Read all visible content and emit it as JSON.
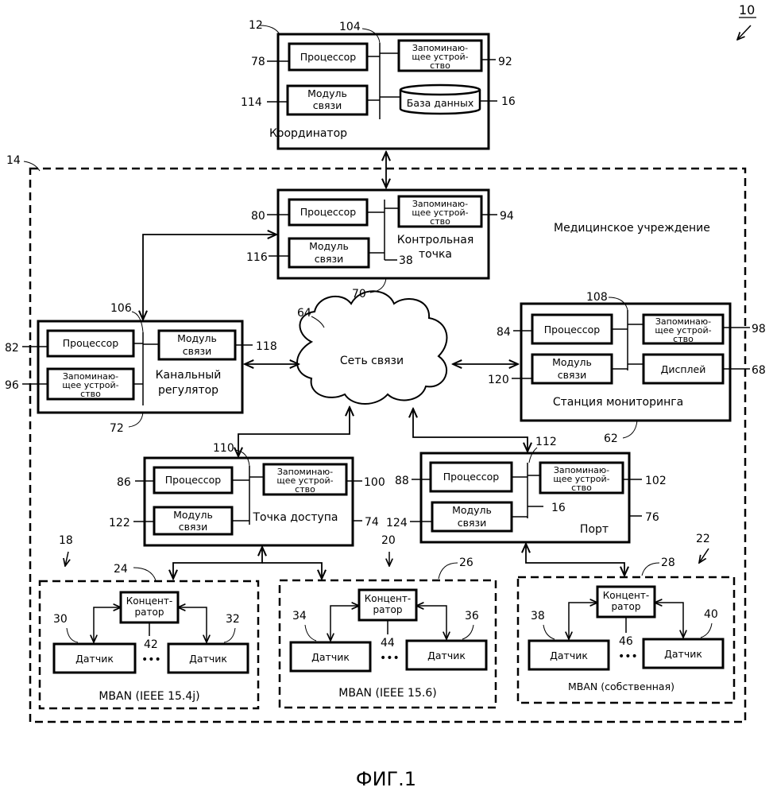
{
  "figure_ref": "10",
  "caption": "ФИГ.1",
  "facility_label": "Медицинское учреждение",
  "coordinator": {
    "ref": "12",
    "title": "Координатор",
    "processor": "Процессор",
    "processor_ref": "78",
    "memory_line1": "Запоминаю-",
    "memory_line2": "щее устрой-",
    "memory_line3": "ство",
    "memory_ref": "92",
    "comm_line1": "Модуль",
    "comm_line2": "связи",
    "comm_ref": "114",
    "database": "База данных",
    "database_ref": "16",
    "bus_ref": "104"
  },
  "facility_ref": "14",
  "checkpoint": {
    "ref": "70",
    "title_line1": "Контрольная",
    "title_line2": "точка",
    "title_ref": "38",
    "processor": "Процессор",
    "processor_ref": "80",
    "memory_line1": "Запоминаю-",
    "memory_line2": "щее устрой-",
    "memory_line3": "ство",
    "memory_ref": "94",
    "comm_line1": "Модуль",
    "comm_line2": "связи",
    "comm_ref": "116"
  },
  "channel_regulator": {
    "ref": "72",
    "title_line1": "Канальный",
    "title_line2": "регулятор",
    "bus_ref": "106",
    "processor": "Процессор",
    "processor_ref": "82",
    "memory_line1": "Запоминаю-",
    "memory_line2": "щее устрой-",
    "memory_line3": "ство",
    "memory_ref": "96",
    "comm_line1": "Модуль",
    "comm_line2": "связи",
    "comm_ref": "118"
  },
  "network": {
    "label": "Сеть связи",
    "ref": "64"
  },
  "monitoring_station": {
    "ref": "62",
    "title": "Станция мониторинга",
    "bus_ref": "108",
    "processor": "Процессор",
    "processor_ref": "84",
    "memory_line1": "Запоминаю-",
    "memory_line2": "щее устрой-",
    "memory_line3": "ство",
    "memory_ref": "98",
    "comm_line1": "Модуль",
    "comm_line2": "связи",
    "comm_ref": "120",
    "display": "Дисплей",
    "display_ref": "68"
  },
  "access_point": {
    "ref": "74",
    "title": "Точка доступа",
    "bus_ref": "110",
    "processor": "Процессор",
    "processor_ref": "86",
    "memory_line1": "Запоминаю-",
    "memory_line2": "щее устрой-",
    "memory_line3": "ство",
    "memory_ref": "100",
    "comm_line1": "Модуль",
    "comm_line2": "связи",
    "comm_ref": "122"
  },
  "port": {
    "ref": "76",
    "title": "Порт",
    "bus_ref": "112",
    "inner_ref": "16",
    "processor": "Процессор",
    "processor_ref": "88",
    "memory_line1": "Запоминаю-",
    "memory_line2": "щее устрой-",
    "memory_line3": "ство",
    "memory_ref": "102",
    "comm_line1": "Модуль",
    "comm_line2": "связи",
    "comm_ref": "124"
  },
  "mbans": [
    {
      "ref": "18",
      "group_ref": "24",
      "label": "MBAN (IEEE 15.4j)",
      "hub_line1": "Концент-",
      "hub_line2": "ратор",
      "hub_ref": "42",
      "sensor": "Датчик",
      "sensor_left_ref": "30",
      "sensor_right_ref": "32",
      "dots": "•••"
    },
    {
      "ref": "20",
      "group_ref": "26",
      "label": "MBAN (IEEE 15.6)",
      "hub_line1": "Концент-",
      "hub_line2": "ратор",
      "hub_ref": "44",
      "sensor": "Датчик",
      "sensor_left_ref": "34",
      "sensor_right_ref": "36",
      "dots": "•••"
    },
    {
      "ref": "22",
      "group_ref": "28",
      "label": "MBAN (собственная)",
      "hub_line1": "Концент-",
      "hub_line2": "ратор",
      "hub_ref": "46",
      "sensor": "Датчик",
      "sensor_left_ref": "38",
      "sensor_right_ref": "40",
      "dots": "•••"
    }
  ]
}
